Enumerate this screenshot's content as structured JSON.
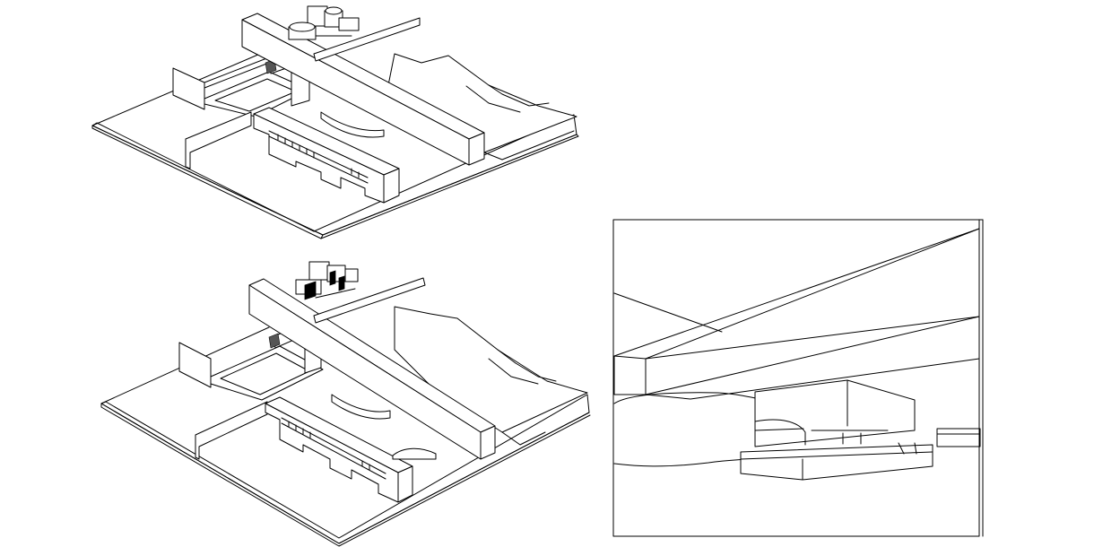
{
  "canvas": {
    "background": "#ffffff",
    "line_color": "#000000"
  },
  "views": [
    {
      "id": "isometric-view-top",
      "kind": "isometric"
    },
    {
      "id": "isometric-view-bottom",
      "kind": "isometric"
    },
    {
      "id": "perspective-view",
      "kind": "perspective",
      "framed": true
    }
  ]
}
